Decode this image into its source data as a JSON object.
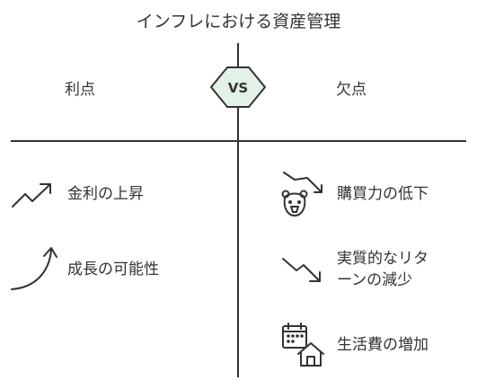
{
  "title": "インフレにおける資産管理",
  "vs_label": "VS",
  "left": {
    "header": "利点",
    "items": [
      {
        "label": "金利の上昇",
        "icon": "trending-up-icon"
      },
      {
        "label": "成長の可能性",
        "icon": "curved-up-arrow-icon"
      }
    ]
  },
  "right": {
    "header": "欠点",
    "items": [
      {
        "label": "購買力の低下",
        "icon": "bear-market-icon"
      },
      {
        "label_line1": "実質的なリタ",
        "label_line2": "ーンの減少",
        "icon": "trending-down-icon"
      },
      {
        "label": "生活費の増加",
        "icon": "calendar-house-icon"
      }
    ]
  },
  "colors": {
    "line": "#333333",
    "vs_fill": "#e3f2e6",
    "text": "#333333"
  }
}
